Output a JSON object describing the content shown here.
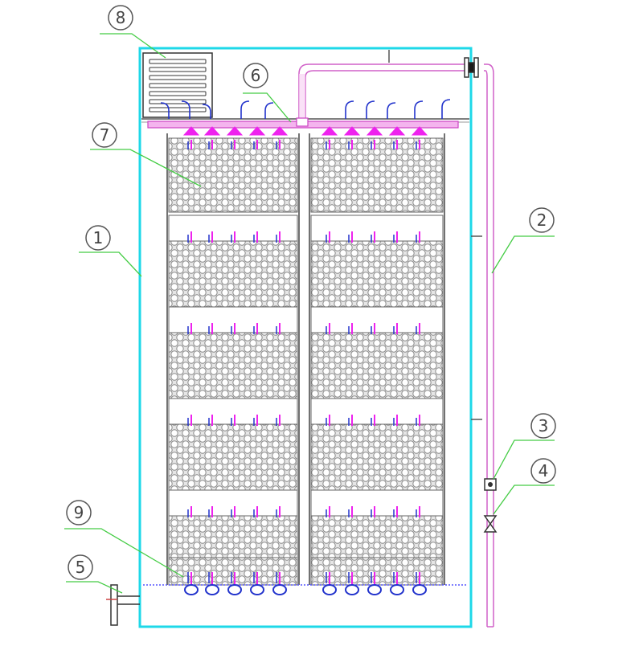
{
  "diagram": {
    "callouts": [
      {
        "id": "1",
        "label": "1"
      },
      {
        "id": "2",
        "label": "2"
      },
      {
        "id": "3",
        "label": "3"
      },
      {
        "id": "4",
        "label": "4"
      },
      {
        "id": "5",
        "label": "5"
      },
      {
        "id": "6",
        "label": "6"
      },
      {
        "id": "7",
        "label": "7"
      },
      {
        "id": "8",
        "label": "8"
      },
      {
        "id": "9",
        "label": "9"
      }
    ],
    "packing_rows_per_column": 5,
    "nozzles_per_column": 5,
    "diffusers_per_column": 5
  },
  "colors": {
    "tank_outline": "#1ed8e8",
    "pipe": "#e070d8",
    "nozzle": "#ee22ee",
    "spray": "#2233cc",
    "callout_leader": "#44cc44",
    "packing_fill": "#e6e6e6",
    "packing_circle": "#8a8a8a",
    "line": "#444444",
    "bottom_water": "#5555ff"
  }
}
